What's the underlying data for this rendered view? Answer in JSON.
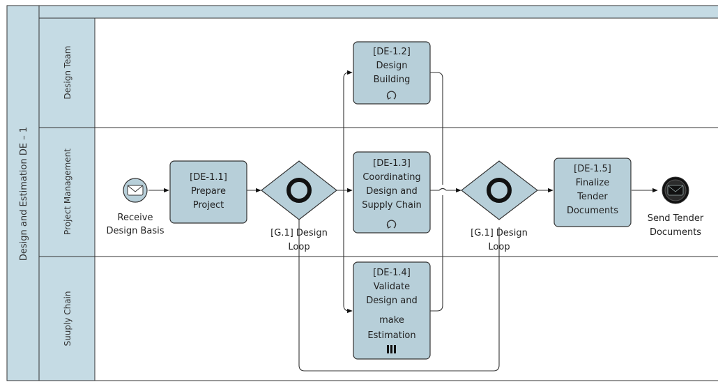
{
  "pool": {
    "label": "Design and Estimation DE – 1"
  },
  "lanes": [
    {
      "label": "Design Team"
    },
    {
      "label": "Project Management"
    },
    {
      "label": "Suuply Chain"
    }
  ],
  "tasks": {
    "de11": {
      "lines": [
        "[DE-1.1]",
        "Prepare",
        "Project"
      ]
    },
    "de12": {
      "lines": [
        "[DE-1.2]",
        "Design",
        "Building"
      ],
      "marker": "loop-icon"
    },
    "de13": {
      "lines": [
        "[DE-1.3]",
        "Coordinating",
        "Design and",
        "Supply Chain"
      ],
      "marker": "loop-icon"
    },
    "de14": {
      "lines": [
        "[DE-1.4]",
        "Validate",
        "Design and",
        "make",
        "Estimation"
      ],
      "marker": "parallel-multi-instance-icon"
    },
    "de15": {
      "lines": [
        "[DE-1.5]",
        "Finalize",
        "Tender",
        "Documents"
      ]
    }
  },
  "events": {
    "start": {
      "lines": [
        "Receive",
        "Design Basis"
      ],
      "icon": "envelope-icon"
    },
    "end": {
      "lines": [
        "Send Tender",
        "Documents"
      ],
      "icon": "envelope-filled-icon"
    }
  },
  "gateways": {
    "g1a": {
      "lines": [
        "[G.1] Design",
        "Loop"
      ]
    },
    "g1b": {
      "lines": [
        "[G.1] Design",
        "Loop"
      ]
    }
  },
  "colors": {
    "shape_fill": "#b7cfd9",
    "pool_header": "#c5dbe4",
    "stroke": "#333333"
  }
}
